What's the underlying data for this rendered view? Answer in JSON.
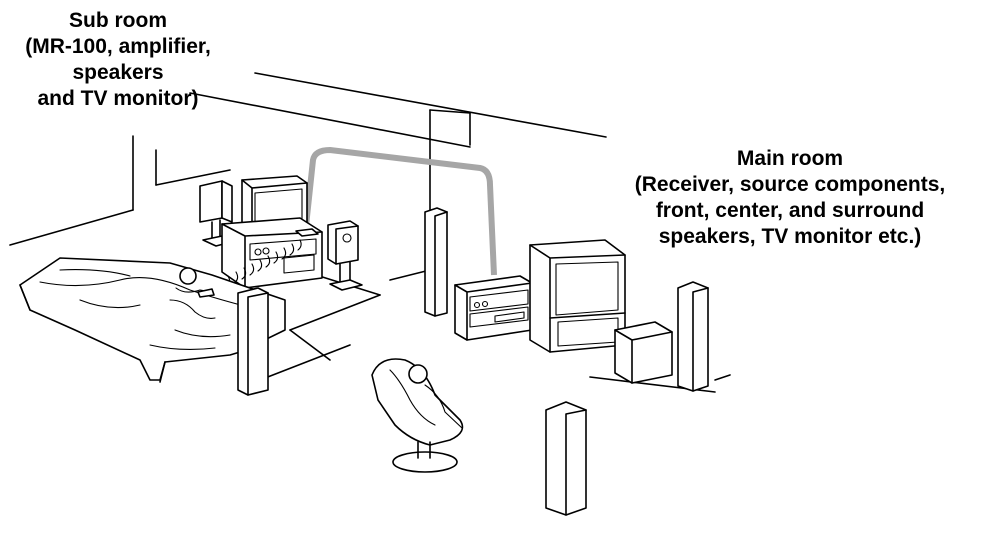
{
  "labels": {
    "sub_room": {
      "line1": "Sub room",
      "line2": "(MR-100, amplifier,",
      "line3": "speakers",
      "line4": "and TV monitor)"
    },
    "main_room": {
      "line1": "Main room",
      "line2": "(Receiver, source components,",
      "line3": "front, center, and surround",
      "line4": "speakers, TV monitor etc.)"
    }
  },
  "colors": {
    "line": "#000000",
    "cable": "#a6a6a6",
    "background": "#ffffff"
  }
}
